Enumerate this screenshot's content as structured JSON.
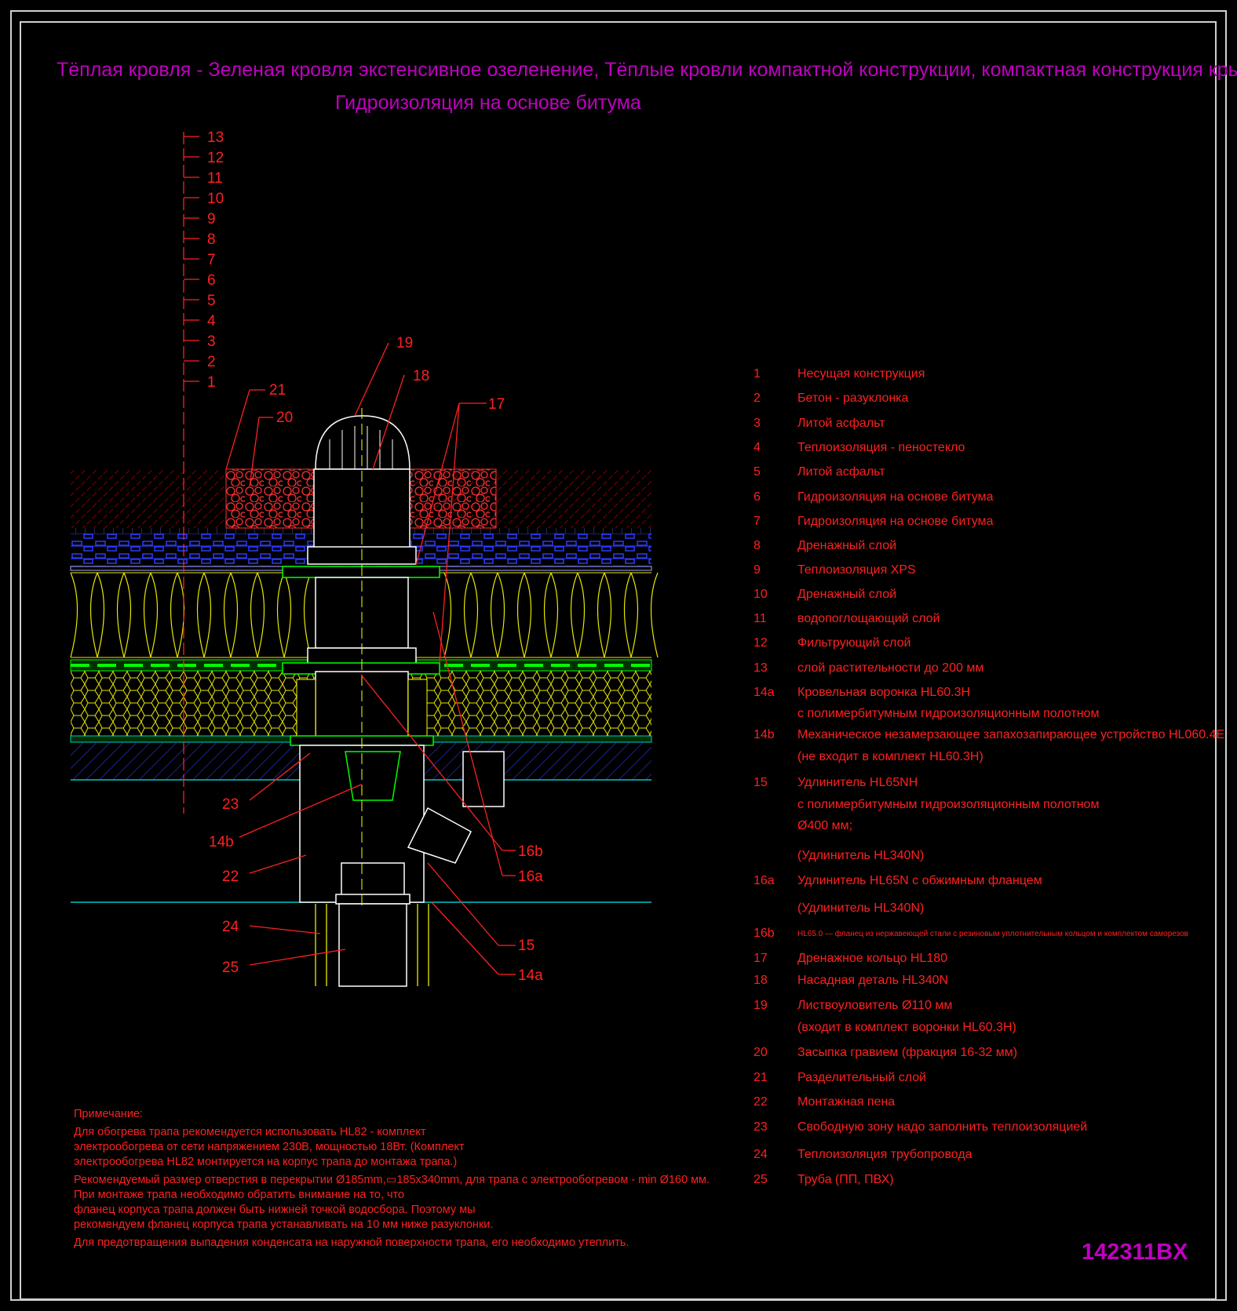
{
  "title": {
    "line1": "Тёплая кровля - Зеленая кровля экстенсивное озеленение, Тёплые кровли компактной конструкции, компактная конструкция крыши",
    "line2": "Гидроизоляция на основе битума"
  },
  "colors": {
    "red": "#ff2020",
    "magenta": "#c000c0",
    "yellow": "#ffff00",
    "blue": "#1a22ff",
    "green": "#00ff00",
    "cyan": "#00c8c8",
    "white": "#ffffff"
  },
  "layer_scale": [
    "13",
    "12",
    "11",
    "10",
    "9",
    "8",
    "7",
    "6",
    "5",
    "4",
    "3",
    "2",
    "1"
  ],
  "callouts": {
    "c19": "19",
    "c18": "18",
    "c17": "17",
    "c21": "21",
    "c20": "20",
    "c23": "23",
    "c14b": "14b",
    "c22": "22",
    "c24": "24",
    "c25": "25",
    "c16b": "16b",
    "c16a": "16a",
    "c15": "15",
    "c14a": "14a"
  },
  "legend": [
    {
      "num": "1",
      "text": "Несущая конструкция"
    },
    {
      "num": "2",
      "text": "Бетон - разуклонка"
    },
    {
      "num": "3",
      "text": "Литой асфальт"
    },
    {
      "num": "4",
      "text": "Теплоизоляция - пеностекло"
    },
    {
      "num": "5",
      "text": "Литой асфальт"
    },
    {
      "num": "6",
      "text": "Гидроизоляция на основе битума"
    },
    {
      "num": "7",
      "text": "Гидроизоляция на основе битума"
    },
    {
      "num": "8",
      "text": "Дренажный слой"
    },
    {
      "num": "9",
      "text": "Теплоизоляция XPS"
    },
    {
      "num": "10",
      "text": "Дренажный слой"
    },
    {
      "num": "11",
      "text": "водопоглощающий слой"
    },
    {
      "num": "12",
      "text": "Фильтрующий слой"
    },
    {
      "num": "13",
      "text": "слой растительности до 200 мм"
    },
    {
      "num": "14a",
      "text": "Кровельная воронка HL60.3H"
    },
    {
      "num": "",
      "text": "с полимербитумным гидроизоляционным полотном"
    },
    {
      "num": "14b",
      "text": "Механическое незамерзающее запахозапирающее устройство HL060.4E"
    },
    {
      "num": "",
      "text": "(не входит в комплект HL60.3H)"
    },
    {
      "num": "15",
      "text": "Удлинитель HL65NH"
    },
    {
      "num": "",
      "text": " с полимербитумным гидроизоляционным полотном"
    },
    {
      "num": "",
      "text": "Ø400 мм;"
    },
    {
      "num": "",
      "text": "(Удлинитель HL340N)"
    },
    {
      "num": "16a",
      "text": "Удлинитель HL65N с обжимным фланцем"
    },
    {
      "num": "",
      "text": "(Удлинитель HL340N)"
    },
    {
      "num": "16b",
      "text": "HL65.0 — фланец из нержавеющей стали с резиновым уплотнительным кольцом и комплектом саморезов",
      "small": true
    },
    {
      "num": "17",
      "text": "Дренажное кольцо HL180"
    },
    {
      "num": "18",
      "text": "Насадная деталь HL340N"
    },
    {
      "num": "19",
      "text": "Листвоуловитель Ø110 мм"
    },
    {
      "num": "",
      "text": " (входит в комплект воронки HL60.3H)"
    },
    {
      "num": "20",
      "text": "Засыпка гравием (фракция 16-32 мм)"
    },
    {
      "num": "21",
      "text": "Разделительный слой"
    },
    {
      "num": "22",
      "text": "Монтажная пена"
    },
    {
      "num": "23",
      "text": "Свободную зону надо заполнить теплоизоляцией"
    },
    {
      "num": "24",
      "text": "Теплоизоляция трубопровода"
    },
    {
      "num": "25",
      "text": "Труба (ПП, ПВХ)"
    }
  ],
  "notes": {
    "heading": "Примечание:",
    "p1": "Для обогрева трапа рекомендуется использовать HL82 - комплект\nэлектрообогрева от сети напряжением 230В, мощностью 18Вт. (Комплект\nэлектрообогрева HL82 монтируется на корпус трапа до монтажа трапа.)",
    "p2": "Рекомендуемый размер отверстия в перекрытии Ø185mm,▭185x340mm, для трапа с электрообогревом - min Ø160 мм.\nПри монтаже трапа необходимо обратить внимание на то, что\nфланец корпуса трапа должен быть нижней точкой водосбора. Поэтому мы\nрекомендуем фланец корпуса трапа устанавливать на 10 мм ниже разуклонки.",
    "p3": "Для предотвращения выпадения конденсата на наружной поверхности трапа, его необходимо утеплить."
  },
  "drawing_code": "142311BX"
}
